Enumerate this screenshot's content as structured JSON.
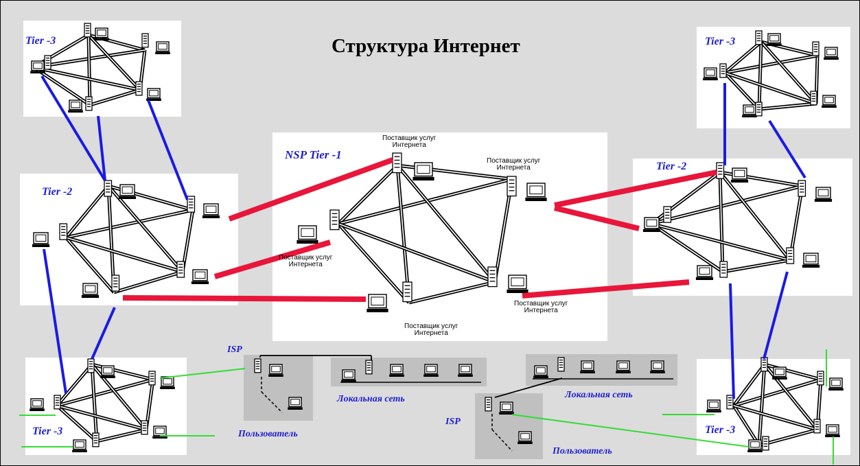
{
  "title": "Структура Интернет",
  "labels": {
    "nsp_tier1": "NSP Tier -1",
    "tier2": "Tier -2",
    "tier3": "Tier -3",
    "isp": "ISP",
    "lan": "Локальная сеть",
    "user": "Пользователь",
    "provider_line1": "Поставщик услуг",
    "provider_line2": "Интернета"
  },
  "colors": {
    "background": "#dcdcdc",
    "panel": "#ffffff",
    "gray_panel": "#c0c0c0",
    "label_blue": "#1f1fcf",
    "tier_link_blue": "#1a1ae6",
    "backbone_red": "#e8163a",
    "access_green": "#33dd33",
    "cable_black": "#000000"
  },
  "icons": [
    "server-tower-icon",
    "computer-monitor-icon",
    "keyboard-icon",
    "workstation-icon"
  ]
}
